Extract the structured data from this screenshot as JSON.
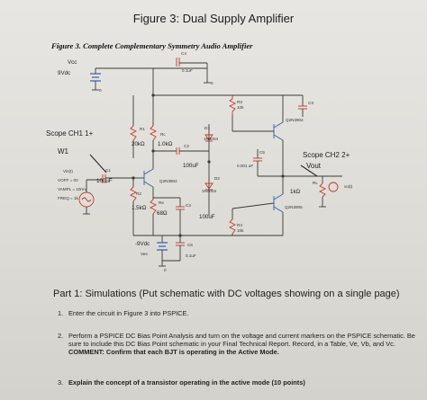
{
  "figure": {
    "title": "Figure 3: Dual Supply Amplifier",
    "subtitle": "Figure 3. Complete Complementary Symmetry Audio Amplifier"
  },
  "schematic": {
    "vcc_label": "Vcc",
    "vcc_value": "9Vdc",
    "c4_name": "C4",
    "c4_value": "0.1uF",
    "ground_symbol": "0",
    "r3_name": "R3",
    "r3_value": "10k",
    "c3_name": "C3",
    "q3_name": "Q2N3904",
    "scope1": "Scope CH1 1+",
    "w1": "W1",
    "r1_name": "R1",
    "r1_value": "20kΩ",
    "rc_name": "Rc",
    "rc_value": "1.0kΩ",
    "d1_name": "D1",
    "d1_value": "1N4004",
    "c2_name": "C2",
    "c2_value": "100uF",
    "c5_name": "C5",
    "c5_value": "0.001 uF",
    "scope2": "Scope CH2 2+",
    "vout": "Vout",
    "vin_name": "Vin(t)",
    "voff": "VOFF = 0V",
    "vampl": "VAMPL = 10mV",
    "freq": "FREQ = 1k",
    "c1_name": "C1",
    "c1_value": "100uF",
    "q1_name": "Q2N3904",
    "d2_name": "D2",
    "d2_value": "1N4004",
    "rl_name": "RL",
    "rl_value": "1kΩ",
    "vo_label": "vo(t)",
    "r2_name": "R2",
    "r2_value": "1.5kΩ",
    "re_name": "Re",
    "re_value": "68Ω",
    "c3b_name": "C3",
    "c3b_value": "100uF",
    "r4_name": "R4",
    "r4_value": "10k",
    "q2_name": "Q2N3906",
    "vee_value": "-9Vdc",
    "vee_label": "Vee",
    "c6_name": "C6",
    "c6_value": "0.1uF"
  },
  "part1": {
    "heading": "Part 1: Simulations (Put schematic with DC voltages showing on a single page)",
    "items": [
      {
        "num": "1.",
        "text": "Enter the circuit in Figure 3 into PSPICE."
      },
      {
        "num": "2.",
        "text": "Perform a PSPICE DC Bias Point Analysis and turn on the voltage and current markers on the PSPICE schematic. Be sure to include this DC Bias Point schematic in your Final Technical Report. Record, in a Table, Ve, Vb, and Vc.",
        "bold": "COMMENT: Confirm that each BJT is operating in the Active Mode."
      },
      {
        "num": "3.",
        "text": "",
        "bold": "Explain the concept of a transistor operating in the active mode (10 points)"
      }
    ]
  },
  "colors": {
    "background": "#e2e0db",
    "wire": "#3a3a3a",
    "component_red": "#c0392b",
    "component_blue": "#2e5fa8",
    "text": "#222222"
  }
}
